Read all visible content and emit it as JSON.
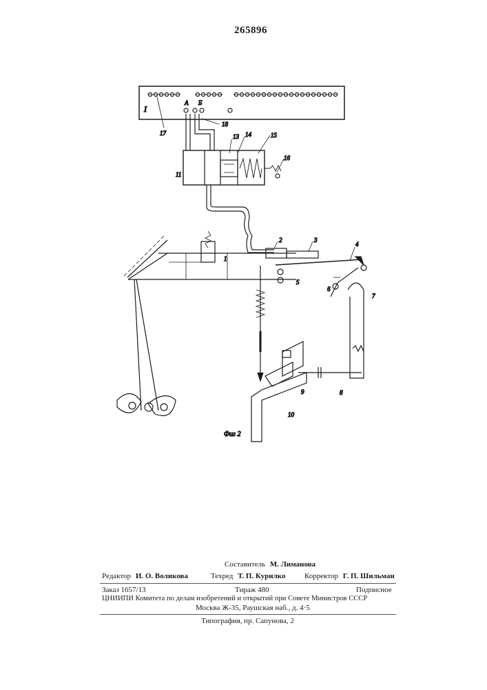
{
  "patent_number": "265896",
  "figure": {
    "caption": "Фиг 2",
    "panel_label": "I",
    "port_labels": {
      "a": "А",
      "b": "Б"
    },
    "callouts": [
      "1",
      "2",
      "3",
      "4",
      "5",
      "6",
      "7",
      "8",
      "9",
      "10",
      "11",
      "13",
      "14",
      "15",
      "16",
      "17",
      "18"
    ]
  },
  "imprint": {
    "compiler_label": "Составитель",
    "compiler_name": "М. Лиманова",
    "editor_label": "Редактор",
    "editor_name": "И. О. Воликова",
    "techred_label": "Техред",
    "techred_name": "Т. П. Курилко",
    "corrector_label": "Корректор",
    "corrector_name": "Г. П. Шильман",
    "order": "Заказ 1657/13",
    "print_run": "Тираж 480",
    "subscription": "Подписное",
    "institute": "ЦНИИПИ Комитета по делам изобретений и открытий при Совете Министров СССР",
    "address": "Москва Ж-35, Раушская наб., д. 4·5",
    "typography": "Типография, пр. Сапунова, 2"
  }
}
